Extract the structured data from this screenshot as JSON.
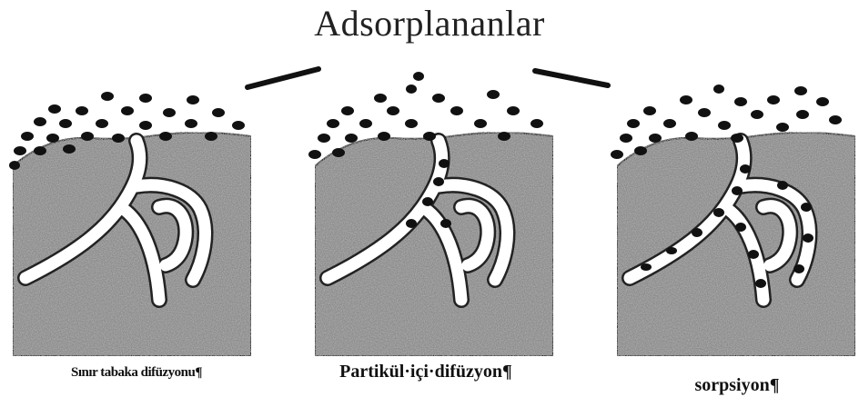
{
  "title": "Adsorplananlar",
  "panels": [
    {
      "caption": "Sınır tabaka difüzyonu¶",
      "stage": "boundary-layer"
    },
    {
      "caption": "Partikül·içi·difüzyon¶",
      "stage": "intraparticle"
    },
    {
      "caption": "sorpsiyon¶",
      "stage": "sorption"
    }
  ],
  "colors": {
    "background": "#ffffff",
    "particle": "#8a8a8a",
    "pore": "#ffffff",
    "adsorbate": "#111111",
    "outline": "#222222"
  }
}
